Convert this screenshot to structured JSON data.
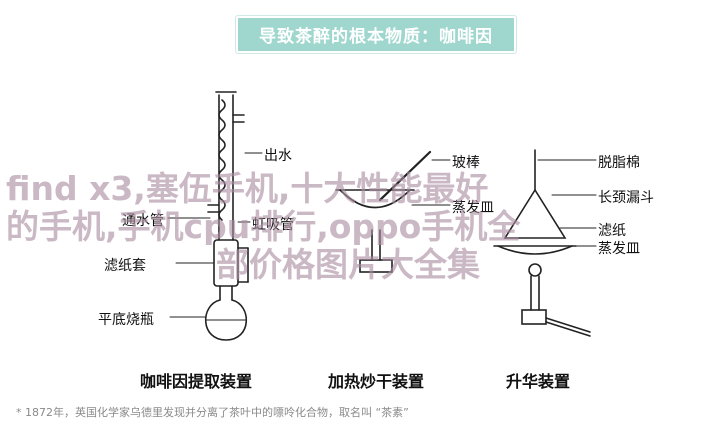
{
  "banner_text": "导致茶醉的根本物质：咖啡因",
  "labels": {
    "outlet_water": "出水",
    "inlet_water": "通水管",
    "filter_sleeve": "滤纸套",
    "flask": "平底烧瓶",
    "siphon_tube": "虹吸管",
    "evaporating_dish": "蒸发皿",
    "glass_rod": "玻棒",
    "degreased_cotton": "脱脂棉",
    "long_funnel": "长颈漏斗",
    "filter_paper": "滤纸",
    "evaporating_dish_2": "蒸发皿"
  },
  "captions": {
    "extraction": "咖啡因提取装置",
    "heating": "加热炒干装置",
    "sublimation": "升华装置"
  },
  "footnote": "* 1872年，英国化学家乌德里发现并分离了茶叶中的嘌呤化合物，取名叫 “茶素”",
  "watermark": {
    "line1": "find x3,塞伍手机,十大性能最好",
    "line2": "的手机,手机cpu排行,oppo手机全",
    "line3": "部价格图片大全集"
  },
  "colors": {
    "banner_bg": "#9fd7cf",
    "watermark": "#aa8ca0"
  }
}
